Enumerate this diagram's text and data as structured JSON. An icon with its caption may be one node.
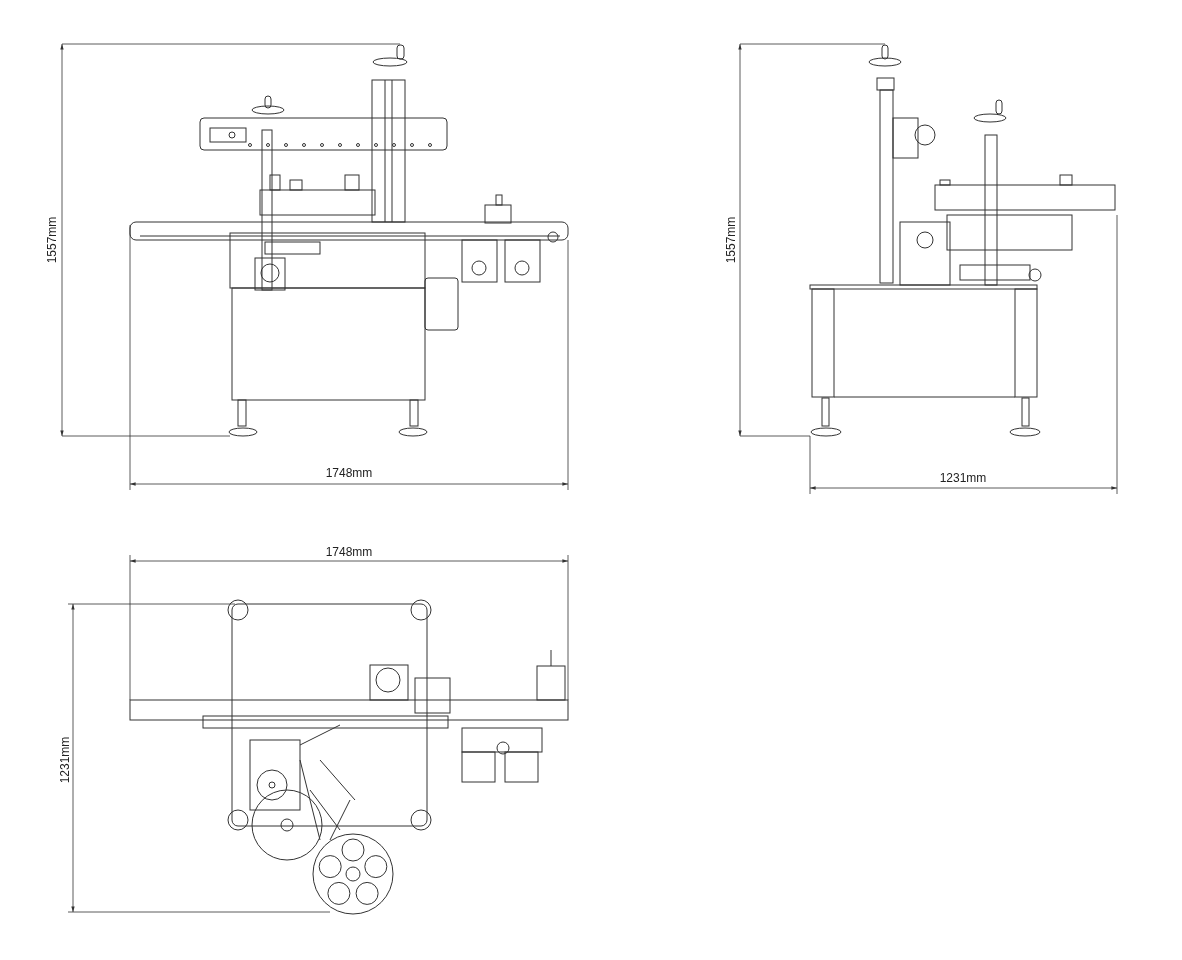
{
  "diagram": {
    "labels": [
      "1557mm",
      "1748mm",
      "1557mm",
      "1231mm",
      "1748mm",
      "1231mm"
    ]
  }
}
